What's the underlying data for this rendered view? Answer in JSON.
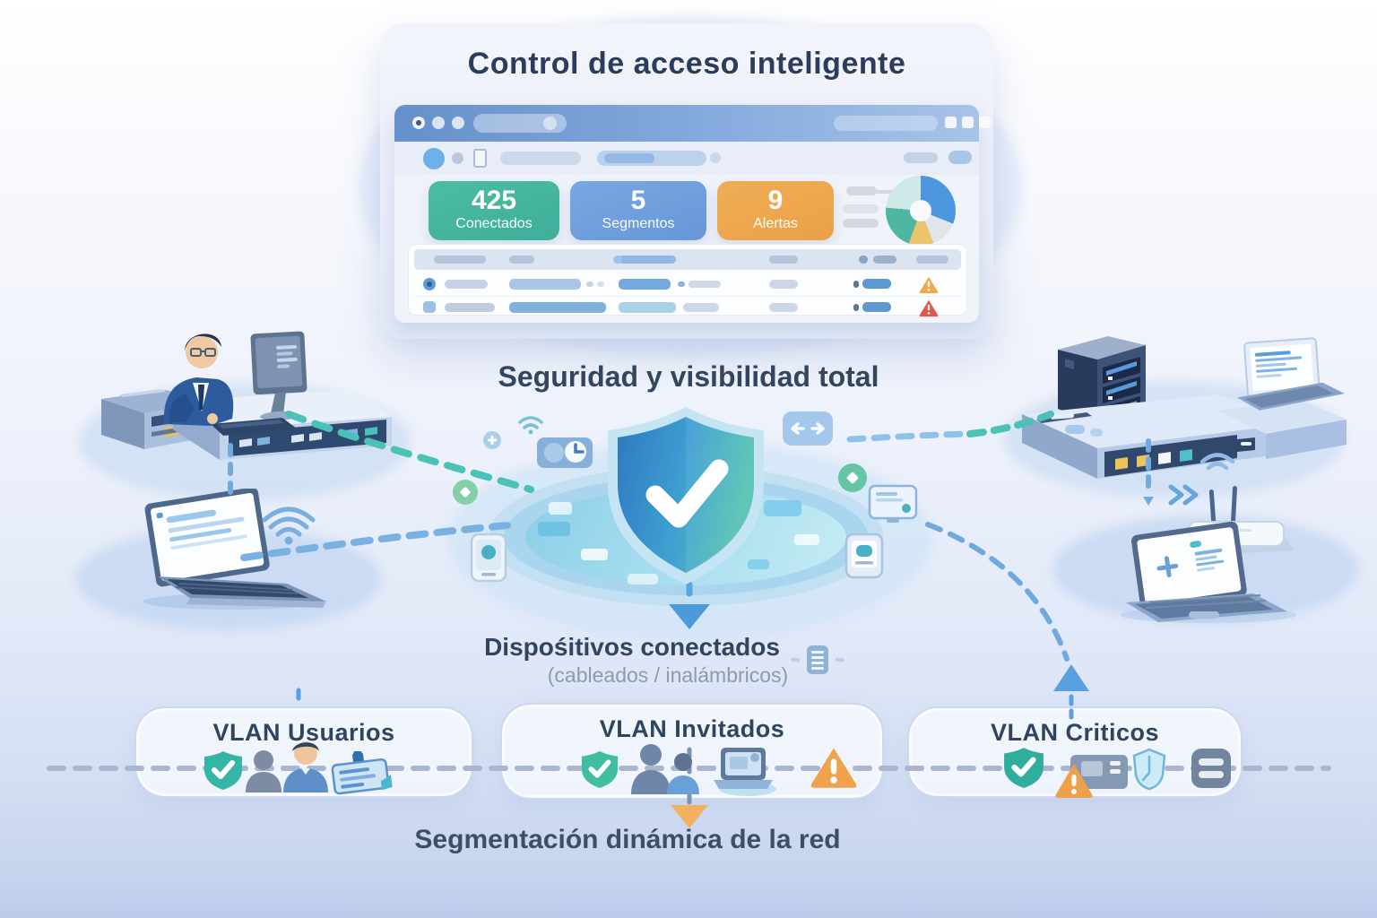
{
  "page_title": "Control de acceso inteligente",
  "subtitle": "Seguridad y visibilidad total",
  "dashboard": {
    "stats": [
      {
        "value": "425",
        "label": "Conectados",
        "color": "#45b39c"
      },
      {
        "value": "5",
        "label": "Segmentos",
        "color": "#6f9fdf"
      },
      {
        "value": "9",
        "label": "Alertas",
        "color": "#eea850"
      }
    ],
    "chart_data": {
      "type": "pie",
      "donut": true,
      "segments": [
        {
          "color": "#4e97de",
          "start_deg": 0,
          "end_deg": 112
        },
        {
          "color": "#e0e5eb",
          "start_deg": 112,
          "end_deg": 158
        },
        {
          "color": "#ecc46e",
          "start_deg": 158,
          "end_deg": 200
        },
        {
          "color": "#4fb6a2",
          "start_deg": 200,
          "end_deg": 275
        },
        {
          "color": "#cfe9e8",
          "start_deg": 275,
          "end_deg": 360
        }
      ]
    },
    "alert_rows": [
      {
        "severity": "warning-orange"
      },
      {
        "severity": "alert-red"
      }
    ]
  },
  "devices_heading": {
    "main": "Dispośitivos conectados",
    "sub": "(cableados / inalámbricos)"
  },
  "vlans": [
    {
      "label": "VLAN Usuarios"
    },
    {
      "label": "VLAN Invitados"
    },
    {
      "label": "VLAN Criticos"
    }
  ],
  "footer": "Segmentación dinámica de la red",
  "icons": [
    "browser-window-dots",
    "browser-window-buttons",
    "address-bar",
    "document-icon",
    "pie-chart",
    "warning-triangle-orange",
    "alert-triangle-red",
    "security-shield-check",
    "shield-check-teal",
    "user-silhouette",
    "id-badge",
    "laptop",
    "server-rack",
    "network-console",
    "router",
    "wifi",
    "smartphone",
    "tablet",
    "clock-card",
    "transfer-arrows",
    "diamond-badge",
    "down-arrow-blue",
    "down-arrow-orange",
    "up-arrow-blue"
  ],
  "colors": {
    "navy_text": "#2e4160",
    "teal_dash": "#4ac2b8",
    "blue_dash": "#74aedd",
    "warning_orange": "#f0a44c",
    "alert_red": "#e2574d",
    "shield_blue": "#2e79c0",
    "shield_teal": "#55c2b2"
  }
}
